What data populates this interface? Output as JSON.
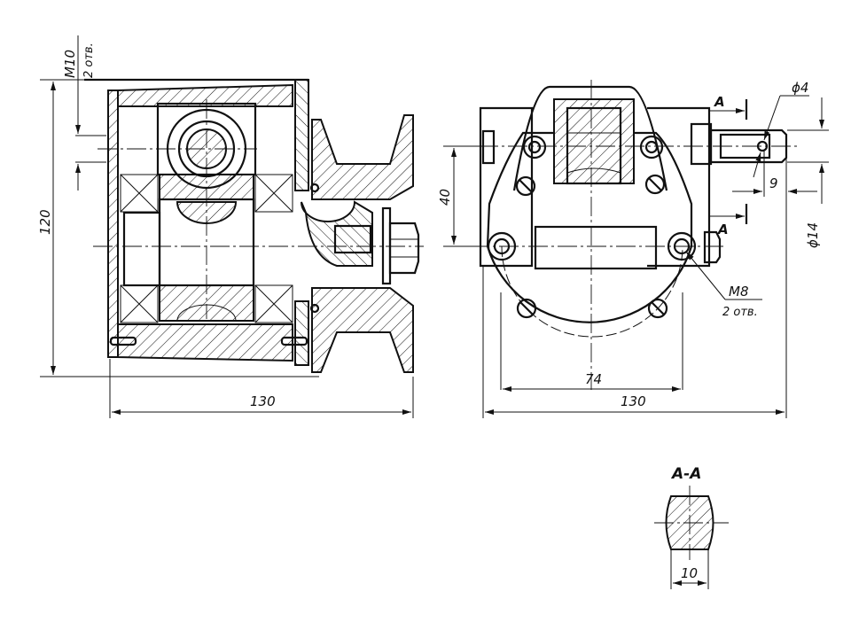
{
  "drawing": {
    "left_view": {
      "thread_label": "M10",
      "thread_count": "2 отв.",
      "height_dim": "120",
      "width_dim": "130"
    },
    "right_view": {
      "section_mark_top": "A",
      "section_mark_bottom": "A",
      "hole_dia": "ϕ4",
      "hole_offset": "9",
      "shaft_dia": "ϕ14",
      "center_dim": "40",
      "thread_label": "M8",
      "thread_count": "2 отв.",
      "bolt_spacing": "74",
      "width_dim": "130"
    },
    "section": {
      "title": "A-A",
      "width_dim": "10"
    },
    "line_color": "#111111"
  }
}
